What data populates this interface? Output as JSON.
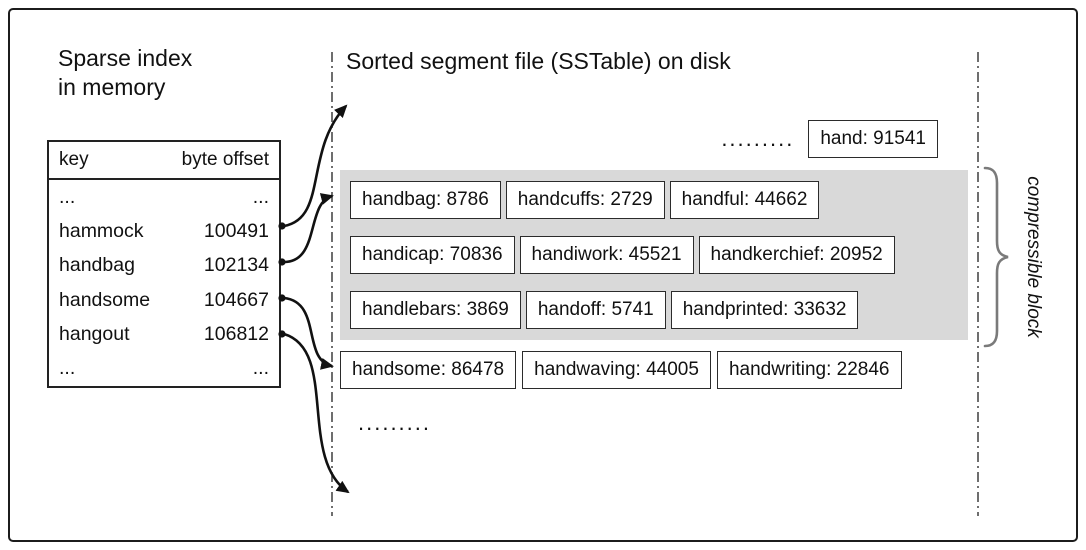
{
  "left": {
    "title": "Sparse index\nin memory",
    "table": {
      "header_key": "key",
      "header_offset": "byte offset",
      "rows": [
        {
          "key": "...",
          "offset": "..."
        },
        {
          "key": "hammock",
          "offset": "100491"
        },
        {
          "key": "handbag",
          "offset": "102134"
        },
        {
          "key": "handsome",
          "offset": "104667"
        },
        {
          "key": "hangout",
          "offset": "106812"
        },
        {
          "key": "...",
          "offset": "..."
        }
      ]
    }
  },
  "right": {
    "title": "Sorted segment file (SSTable) on disk",
    "top_dots": ".........",
    "top_box": "hand: 91541",
    "block": {
      "label": "compressible block",
      "rows": [
        [
          "handbag: 8786",
          "handcuffs: 2729",
          "handful: 44662"
        ],
        [
          "handicap: 70836",
          "handiwork: 45521",
          "handkerchief: 20952"
        ],
        [
          "handlebars: 3869",
          "handoff: 5741",
          "handprinted: 33632"
        ]
      ]
    },
    "bottom_row": [
      "handsome: 86478",
      "handwaving: 44005",
      "handwriting: 22846"
    ],
    "bottom_dots": "........."
  },
  "colors": {
    "block_bg": "#d9d9d9",
    "box_border": "#2b2b2b",
    "frame_border": "#1c1c1c",
    "ink": "#111111",
    "brace": "#7a7a7a"
  }
}
